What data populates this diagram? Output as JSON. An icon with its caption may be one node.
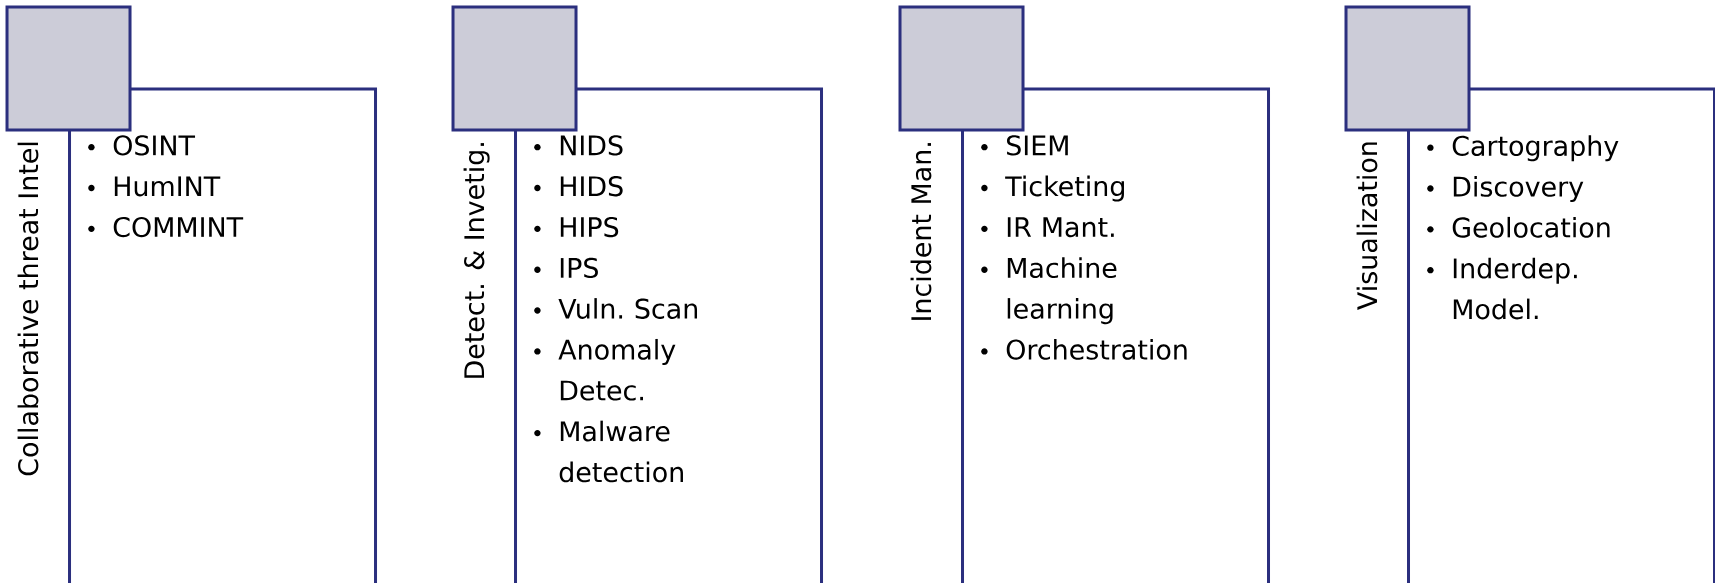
{
  "diagram": {
    "nodes": [
      {
        "text": [],
        "shape": "box"
      },
      {
        "text": [
          "Collaborative threat Intel",
          "OSINT",
          "HumINT",
          "COMMINT"
        ]
      },
      {
        "text": [],
        "shape": "box"
      },
      {
        "text": [
          "Detect. & Invetig.",
          "NIDS",
          "HIDS",
          "HIPS",
          "IPS",
          "Vuln. Scan",
          "Anomaly Detec.",
          "Malware detection"
        ]
      },
      {
        "text": [],
        "shape": "box"
      },
      {
        "text": [
          "Incident Man.",
          "SIEM",
          "Ticketing",
          "IR Mant.",
          "Machine learning",
          "Orchestration"
        ]
      },
      {
        "text": [],
        "shape": "box"
      },
      {
        "text": [
          "Visualization",
          "Cartography",
          "Discovery",
          "Geolocation",
          "Inderdep. Model."
        ]
      }
    ]
  }
}
